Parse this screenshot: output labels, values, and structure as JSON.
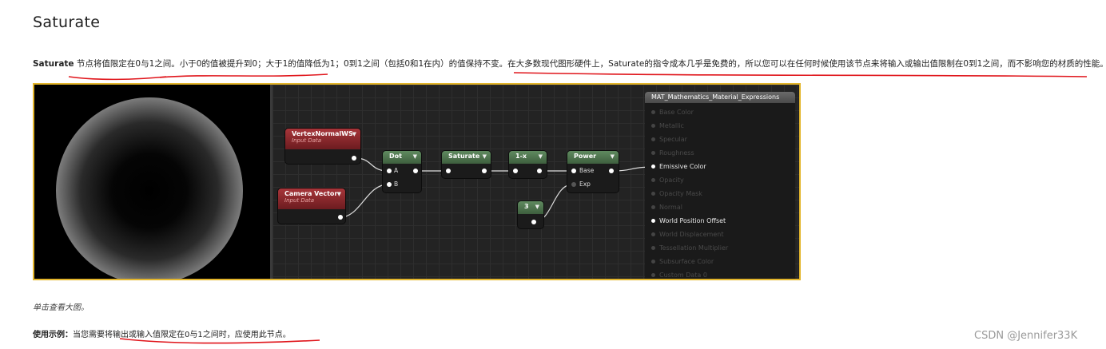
{
  "heading": "Saturate",
  "description": {
    "bold": "Saturate",
    "text": " 节点将值限定在0与1之间。小于0的值被提升到0；大于1的值降低为1；0到1之间（包括0和1在内）的值保持不变。在大多数现代图形硬件上，Saturate的指令成本几乎是免费的，所以您可以在任何时候使用该节点来将输入或输出值限制在0到1之间，而不影响您的材质的性能。"
  },
  "graph": {
    "nodes": {
      "vertex_normal": {
        "title": "VertexNormalWS",
        "sub": "Input Data"
      },
      "camera_vector": {
        "title": "Camera Vector",
        "sub": "Input Data"
      },
      "dot": {
        "title": "Dot",
        "pin_a": "A",
        "pin_b": "B"
      },
      "saturate": {
        "title": "Saturate"
      },
      "one_minus": {
        "title": "1-x"
      },
      "power": {
        "title": "Power",
        "pin_base": "Base",
        "pin_exp": "Exp"
      },
      "constant": {
        "title": "3"
      }
    },
    "material": {
      "title": "MAT_Mathematics_Material_Expressions",
      "pins": [
        "Base Color",
        "Metallic",
        "Specular",
        "Roughness",
        "Emissive Color",
        "Opacity",
        "Opacity Mask",
        "Normal",
        "World Position Offset",
        "World Displacement",
        "Tessellation Multiplier",
        "Subsurface Color",
        "Custom Data 0"
      ],
      "active_pins": [
        "Emissive Color",
        "World Position Offset"
      ]
    }
  },
  "caption": "单击查看大图。",
  "usage": {
    "label": "使用示例：",
    "text": "当您需要将输出或输入值限定在0与1之间时，应使用此节点。"
  },
  "watermark": "CSDN @Jennifer33K",
  "colors": {
    "figure_border": "#e3b52b",
    "annotation": "#e0151b",
    "input_node": "#a7353a",
    "math_node": "#5f8a5f"
  }
}
